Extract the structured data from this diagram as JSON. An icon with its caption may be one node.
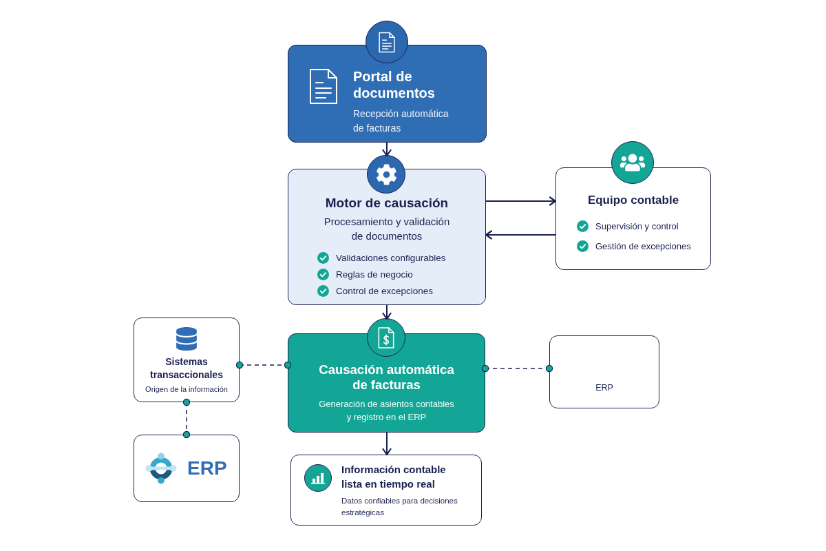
{
  "diagram": {
    "nodes": [
      {
        "text": [
          "Portal de documentos",
          "Recepción automática de facturas"
        ]
      },
      {
        "text": [
          "Motor de causación",
          "Procesamiento y validación de documentos",
          "Validaciones configurables",
          "Reglas de negocio",
          "Control de excepciones"
        ]
      },
      {
        "text": [
          "Equipo contable",
          "Supervisión y control",
          "Gestión de excepciones"
        ]
      },
      {
        "text": [
          "Sistemas transaccionales",
          "Origen de la información"
        ]
      },
      {
        "text": [
          "Causación automática de facturas",
          "Generación de asientos contables y registro en el ERP"
        ]
      },
      {
        "text": [
          "ERP"
        ]
      },
      {
        "text": [
          "ERP"
        ]
      },
      {
        "text": [
          "Información contable lista en tiempo real",
          "Datos confiables para decisiones estratégicas"
        ]
      }
    ],
    "edges": [
      {
        "from": 0,
        "to": 1,
        "arrow": "to"
      },
      {
        "from": 1,
        "to": 2,
        "arrow": "to"
      },
      {
        "from": 2,
        "to": 1,
        "arrow": "to"
      },
      {
        "from": 1,
        "to": 4,
        "arrow": "to"
      },
      {
        "from": 3,
        "to": 4,
        "arrow": "other",
        "style": "dashed"
      },
      {
        "from": 4,
        "to": 5,
        "arrow": "other",
        "style": "dashed"
      },
      {
        "from": 3,
        "to": 6,
        "arrow": "other",
        "style": "dashed"
      },
      {
        "from": 4,
        "to": 7,
        "arrow": "to"
      }
    ]
  }
}
